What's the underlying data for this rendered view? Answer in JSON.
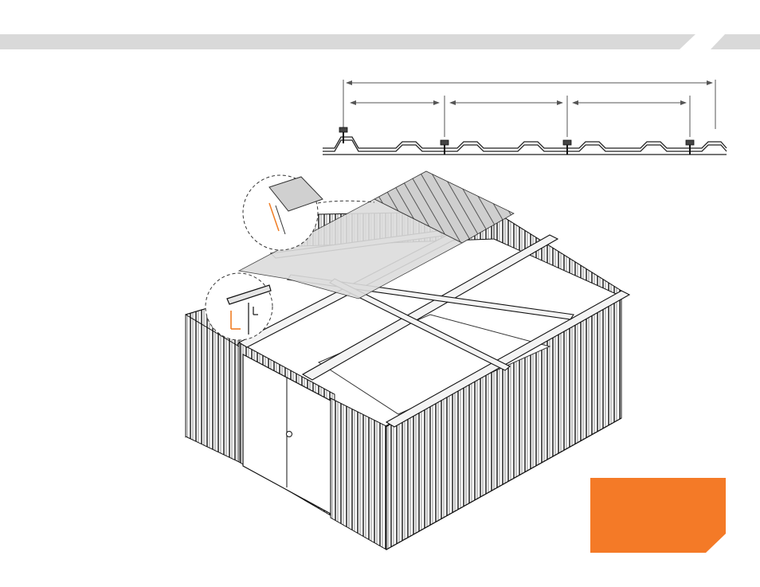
{
  "page": {
    "background_color": "#ffffff"
  },
  "header_band": {
    "color": "#d9d9d9"
  },
  "roof_profile_detail": {
    "description_icon": "corrugated-roof-panel-cross-section",
    "screw_positions_count": 4,
    "dimension_arrows": [
      "overall-span",
      "span-1",
      "span-2",
      "span-3"
    ]
  },
  "shed_illustration": {
    "icon": "metal-shed-roof-assembly",
    "detail_callouts": [
      "roof-panel-edge-detail",
      "side-trim-detail"
    ],
    "highlight_color": "#f07d24"
  },
  "step_badge": {
    "color": "#f47a27"
  }
}
